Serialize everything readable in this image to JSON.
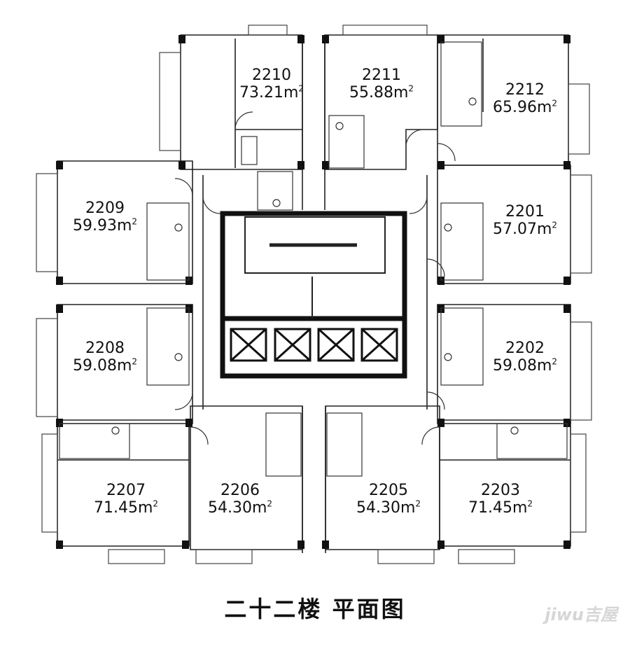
{
  "title": "二十二楼 平面图",
  "watermark": "jiwu吉屋",
  "area_unit": "m",
  "units": [
    {
      "id": "2210",
      "area": "73.21"
    },
    {
      "id": "2211",
      "area": "55.88"
    },
    {
      "id": "2212",
      "area": "65.96"
    },
    {
      "id": "2209",
      "area": "59.93"
    },
    {
      "id": "2201",
      "area": "57.07"
    },
    {
      "id": "2208",
      "area": "59.08"
    },
    {
      "id": "2202",
      "area": "59.08"
    },
    {
      "id": "2207",
      "area": "71.45"
    },
    {
      "id": "2206",
      "area": "54.30"
    },
    {
      "id": "2205",
      "area": "54.30"
    },
    {
      "id": "2203",
      "area": "71.45"
    }
  ]
}
